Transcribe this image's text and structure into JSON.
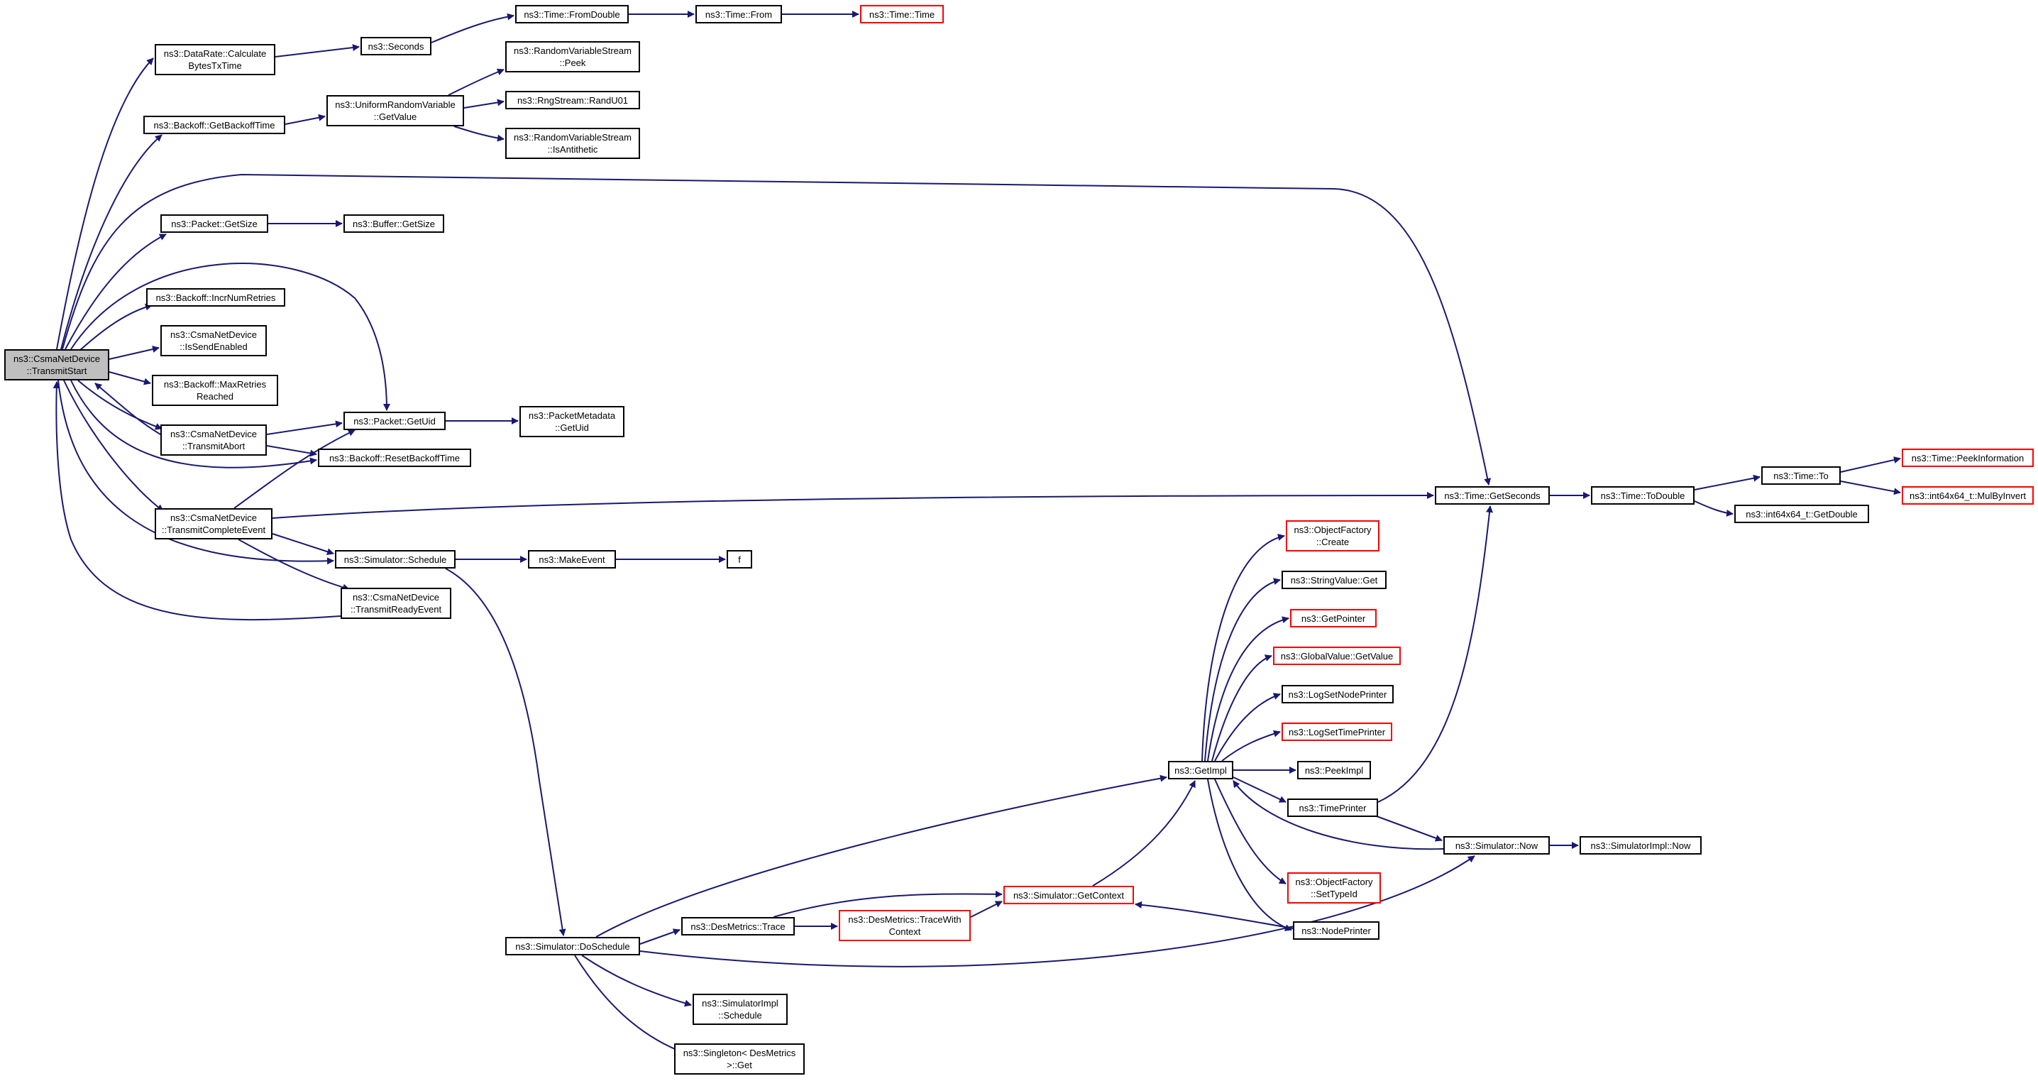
{
  "colors": {
    "edge": "#191970",
    "border": "#000000",
    "external_border": "#ff0000",
    "root_fill": "#bfbfbf",
    "background": "#ffffff"
  },
  "nodes": {
    "root": {
      "line1": "ns3::CsmaNetDevice",
      "line2": "::TransmitStart"
    },
    "calcBytes": {
      "line1": "ns3::DataRate::Calculate",
      "line2": "BytesTxTime"
    },
    "seconds": {
      "line1": "ns3::Seconds"
    },
    "fromDouble": {
      "line1": "ns3::Time::FromDouble"
    },
    "timeFrom": {
      "line1": "ns3::Time::From"
    },
    "timeTime": {
      "line1": "ns3::Time::Time"
    },
    "getBackoffTime": {
      "line1": "ns3::Backoff::GetBackoffTime"
    },
    "urvGetValue": {
      "line1": "ns3::UniformRandomVariable",
      "line2": "::GetValue"
    },
    "rvsPeek": {
      "line1": "ns3::RandomVariableStream",
      "line2": "::Peek"
    },
    "randU01": {
      "line1": "ns3::RngStream::RandU01"
    },
    "rvsIsAntithetic": {
      "line1": "ns3::RandomVariableStream",
      "line2": "::IsAntithetic"
    },
    "packetGetSize": {
      "line1": "ns3::Packet::GetSize"
    },
    "bufferGetSize": {
      "line1": "ns3::Buffer::GetSize"
    },
    "incrNumRetries": {
      "line1": "ns3::Backoff::IncrNumRetries"
    },
    "isSendEnabled": {
      "line1": "ns3::CsmaNetDevice",
      "line2": "::IsSendEnabled"
    },
    "maxRetries": {
      "line1": "ns3::Backoff::MaxRetries",
      "line2": "Reached"
    },
    "transmitAbort": {
      "line1": "ns3::CsmaNetDevice",
      "line2": "::TransmitAbort"
    },
    "packetGetUid": {
      "line1": "ns3::Packet::GetUid"
    },
    "metaGetUid": {
      "line1": "ns3::PacketMetadata",
      "line2": "::GetUid"
    },
    "resetBackoff": {
      "line1": "ns3::Backoff::ResetBackoffTime"
    },
    "txComplete": {
      "line1": "ns3::CsmaNetDevice",
      "line2": "::TransmitCompleteEvent"
    },
    "simSchedule": {
      "line1": "ns3::Simulator::Schedule"
    },
    "makeEvent": {
      "line1": "ns3::MakeEvent"
    },
    "f": {
      "line1": "f"
    },
    "txReady": {
      "line1": "ns3::CsmaNetDevice",
      "line2": "::TransmitReadyEvent"
    },
    "getSeconds": {
      "line1": "ns3::Time::GetSeconds"
    },
    "toDouble": {
      "line1": "ns3::Time::ToDouble"
    },
    "timeTo": {
      "line1": "ns3::Time::To"
    },
    "peekInfo": {
      "line1": "ns3::Time::PeekInformation"
    },
    "mulByInvert": {
      "line1": "ns3::int64x64_t::MulByInvert"
    },
    "int64GetDouble": {
      "line1": "ns3::int64x64_t::GetDouble"
    },
    "ofCreate": {
      "line1": "ns3::ObjectFactory",
      "line2": "::Create"
    },
    "stringValueGet": {
      "line1": "ns3::StringValue::Get"
    },
    "getPointer": {
      "line1": "ns3::GetPointer"
    },
    "gvGetValue": {
      "line1": "ns3::GlobalValue::GetValue"
    },
    "logNodePrinter": {
      "line1": "ns3::LogSetNodePrinter"
    },
    "logTimePrinter": {
      "line1": "ns3::LogSetTimePrinter"
    },
    "getImpl": {
      "line1": "ns3::GetImpl"
    },
    "peekImpl": {
      "line1": "ns3::PeekImpl"
    },
    "timePrinter": {
      "line1": "ns3::TimePrinter"
    },
    "simNow": {
      "line1": "ns3::Simulator::Now"
    },
    "simImplNow": {
      "line1": "ns3::SimulatorImpl::Now"
    },
    "ofSetTypeId": {
      "line1": "ns3::ObjectFactory",
      "line2": "::SetTypeId"
    },
    "getContext": {
      "line1": "ns3::Simulator::GetContext"
    },
    "nodePrinter": {
      "line1": "ns3::NodePrinter"
    },
    "desTrace": {
      "line1": "ns3::DesMetrics::Trace"
    },
    "desTraceCtx": {
      "line1": "ns3::DesMetrics::TraceWith",
      "line2": "Context"
    },
    "doSchedule": {
      "line1": "ns3::Simulator::DoSchedule"
    },
    "simImplSchedule": {
      "line1": "ns3::SimulatorImpl",
      "line2": "::Schedule"
    },
    "singletonGet": {
      "line1": "ns3::Singleton< DesMetrics",
      "line2": " >::Get"
    }
  }
}
